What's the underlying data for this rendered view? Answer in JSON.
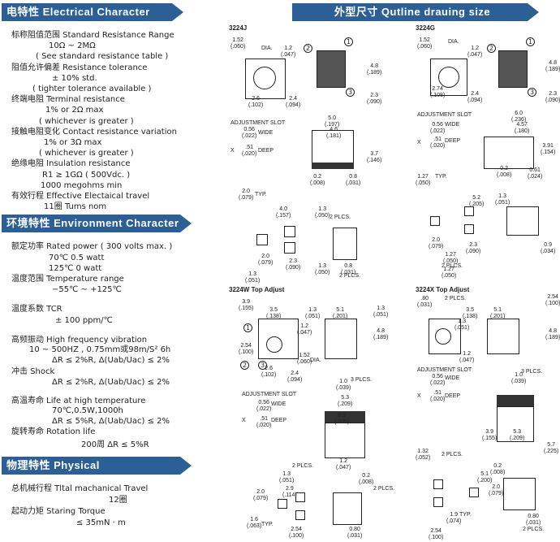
{
  "electrical": {
    "title": "电特性 Electrical Character istics",
    "lines": [
      "标称阻值范围 Standard Resistance Range",
      "10Ω ~ 2MΩ",
      "( See standard resistance table )",
      "阻值允许偏差 Resistance tolerance",
      "± 10% std.",
      "( tighter tolerance available )",
      "终端电阻 Terminal resistance",
      "1% or 2Ω max",
      "( whichever is greater )",
      "接触电阻变化 Contact resistance variation",
      "1% or 3Ω max",
      "( whichever is greater )",
      "绝缘电阻 Insulation resistance",
      "R1 ≥ 1GΩ  ( 500Vdc. )",
      "1000 megohms min",
      "有效行程 Effective Electaical travel",
      "11圈 Tums nom"
    ]
  },
  "environment": {
    "title": "环境特性 Environment Character istics",
    "lines": [
      "额定功率 Rated power    ( 300 volts max. )",
      "70℃                         0.5  watt",
      "125℃                          0 watt",
      "温度范围 Temperature range",
      "−55℃ ~ +125℃",
      "温度系数  TCR",
      "± 100 ppm/℃",
      "高频振动 High frequency vibration",
      "10 ~ 500HZ , 0.75mm或98m/S² 6h",
      "ΔR ≤ 2%R, Δ(Uab/Uac) ≤ 2%",
      "冲击 Shock",
      "ΔR ≤ 2%R, Δ(Uab/Uac) ≤ 2%",
      "高温寿命 Life at high temperature",
      "70℃,0.5W,1000h",
      "ΔR ≤ 5%R, Δ(Uab/Uac) ≤ 2%",
      "旋转寿命 Rotation life",
      "200周    ΔR ≤ 5%R"
    ]
  },
  "physical": {
    "title": "物理特性 Physical Characteristics",
    "lines": [
      "总机械行程 Tltal machanical Travel",
      "12圈",
      "起动力矩 Staring Torque",
      "≤ 35mN · m"
    ]
  },
  "outline": {
    "title": "外型尺寸 Qutline drauing size",
    "models": [
      "3224J",
      "3224G",
      "3224W Top Adjust",
      "3224X Top Adjust"
    ],
    "labels": {
      "slot": "ADJUSTMENT SLOT",
      "wide": "WIDE",
      "deep": "DEEP",
      "typ": "TYP.",
      "plcs2": "2 PLCS.",
      "plcs3": "3 PLCS.",
      "dia": "DIA.",
      "x": "X"
    },
    "j_dims": [
      "1.52\n(.060)",
      "1.2\n(.047)",
      "4.8\n(.189)",
      "2.6\n(.102)",
      "2.4\n(.094)",
      "2.3\n(.090)",
      "0.56\n(.022)",
      ".51\n(.020)",
      "5.0\n(.197)",
      "4.6\n(.181)",
      "3.7\n(.146)",
      "0.2\n(.008)",
      "0.8\n(.031)",
      "2.0\n(.079)",
      "4.0\n(.157)",
      "1.3\n(.050)",
      "2.0\n(.079)",
      "2.3\n(.090)",
      "1.3\n(.051)",
      "1.3\n(.050)",
      "0.8\n(.031)"
    ],
    "g_dims": [
      "1.52\n(.060)",
      "1.2\n(.047)",
      "4.8\n(.189)",
      "2.74\n(.108)",
      "2.4\n(.094)",
      "2.3\n(.090)",
      "0.56\n(.022)",
      ".51\n(.020)",
      "6.0\n(.236)",
      "4.57\n(.180)",
      "3.91\n(.154)",
      "0.2\n(.008)",
      "0.61\n(.024)",
      "1.27\n(.050)",
      "5.2\n(.205)",
      "1.3\n(.051)",
      "2.0\n(.079)",
      "2.3\n(.090)",
      "1.27\n(.050)",
      "1.27\n(.050)",
      "0.9\n(.034)"
    ],
    "w_dims": [
      "3.9\n(.155)",
      "3.5\n(.138)",
      "1.3\n(.051)",
      "1.2\n(.047)",
      "2.54\n(.100)",
      "1.52\n(.060)",
      "2.6\n(.102)",
      "2.4\n(.094)",
      "5.1\n(.201)",
      "1.3\n(.051)",
      "4.8\n(.189)",
      "0.56\n(.022)",
      ".51\n(.020)",
      "1.0\n(.039)",
      "5.3\n(.209)",
      "0.9\n(.035)",
      "1.2\n(.047)",
      "0.2\n(.008)",
      "1.3\n(.051)",
      "2.0\n(.079)",
      "2.9\n(.114)",
      "1.6\n(.063)",
      "2.54\n(.100)",
      "0.80\n(.031)"
    ],
    "x_dims": [
      ".80\n(.031)",
      "3.5\n(.138)",
      "1.3\n(.051)",
      "5.1\n(.201)",
      "2.54\n(.100)",
      "1.2\n(.047)",
      "4.8\n(.189)",
      "0.56\n(.022)",
      ".51\n(.020)",
      "1.0\n(.039)",
      "3.9\n(.155)",
      "5.3\n(.209)",
      "5.7\n(.225)",
      "0.2\n(.008)",
      "1.32\n(.052)",
      "5.1\n(.200)",
      "2.0\n(.079)",
      "1.9\n(.074)",
      "2.54\n(.100)",
      "0.80\n(.031)"
    ]
  }
}
